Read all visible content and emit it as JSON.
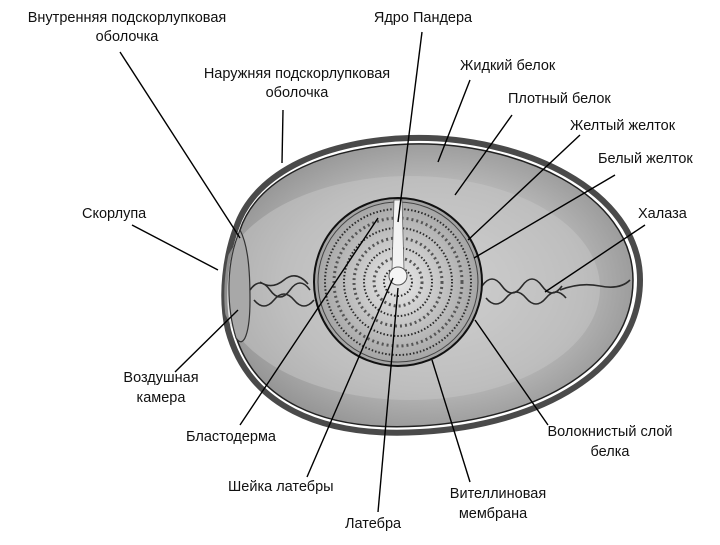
{
  "labels": {
    "inner_membrane_l1": "Внутренняя подскорлупковая",
    "inner_membrane_l2": "оболочка",
    "pander_nucleus": "Ядро Пандера",
    "outer_membrane_l1": "Наружняя подскорлупковая",
    "outer_membrane_l2": "оболочка",
    "liquid_albumen": "Жидкий белок",
    "dense_albumen": "Плотный белок",
    "yellow_yolk": "Желтый желток",
    "white_yolk": "Белый желток",
    "shell": "Скорлупа",
    "chalaza": "Халаза",
    "air_cell_l1": "Воздушная",
    "air_cell_l2": "камера",
    "blastoderm": "Бластодерма",
    "fibrous_layer_l1": "Волокнистый слой",
    "fibrous_layer_l2": "белка",
    "latebra_neck": "Шейка латебры",
    "vitelline_l1": "Вителлиновая",
    "vitelline_l2": "мембрана",
    "latebra": "Латебра"
  },
  "colors": {
    "shell_fill": "#5a5a5a",
    "albumen_outer": "#9a9a9a",
    "albumen_inner": "#c9c9c9",
    "yolk_fill": "#8c8c8c",
    "air_cell": "#b0b0b0",
    "line": "#000000"
  }
}
